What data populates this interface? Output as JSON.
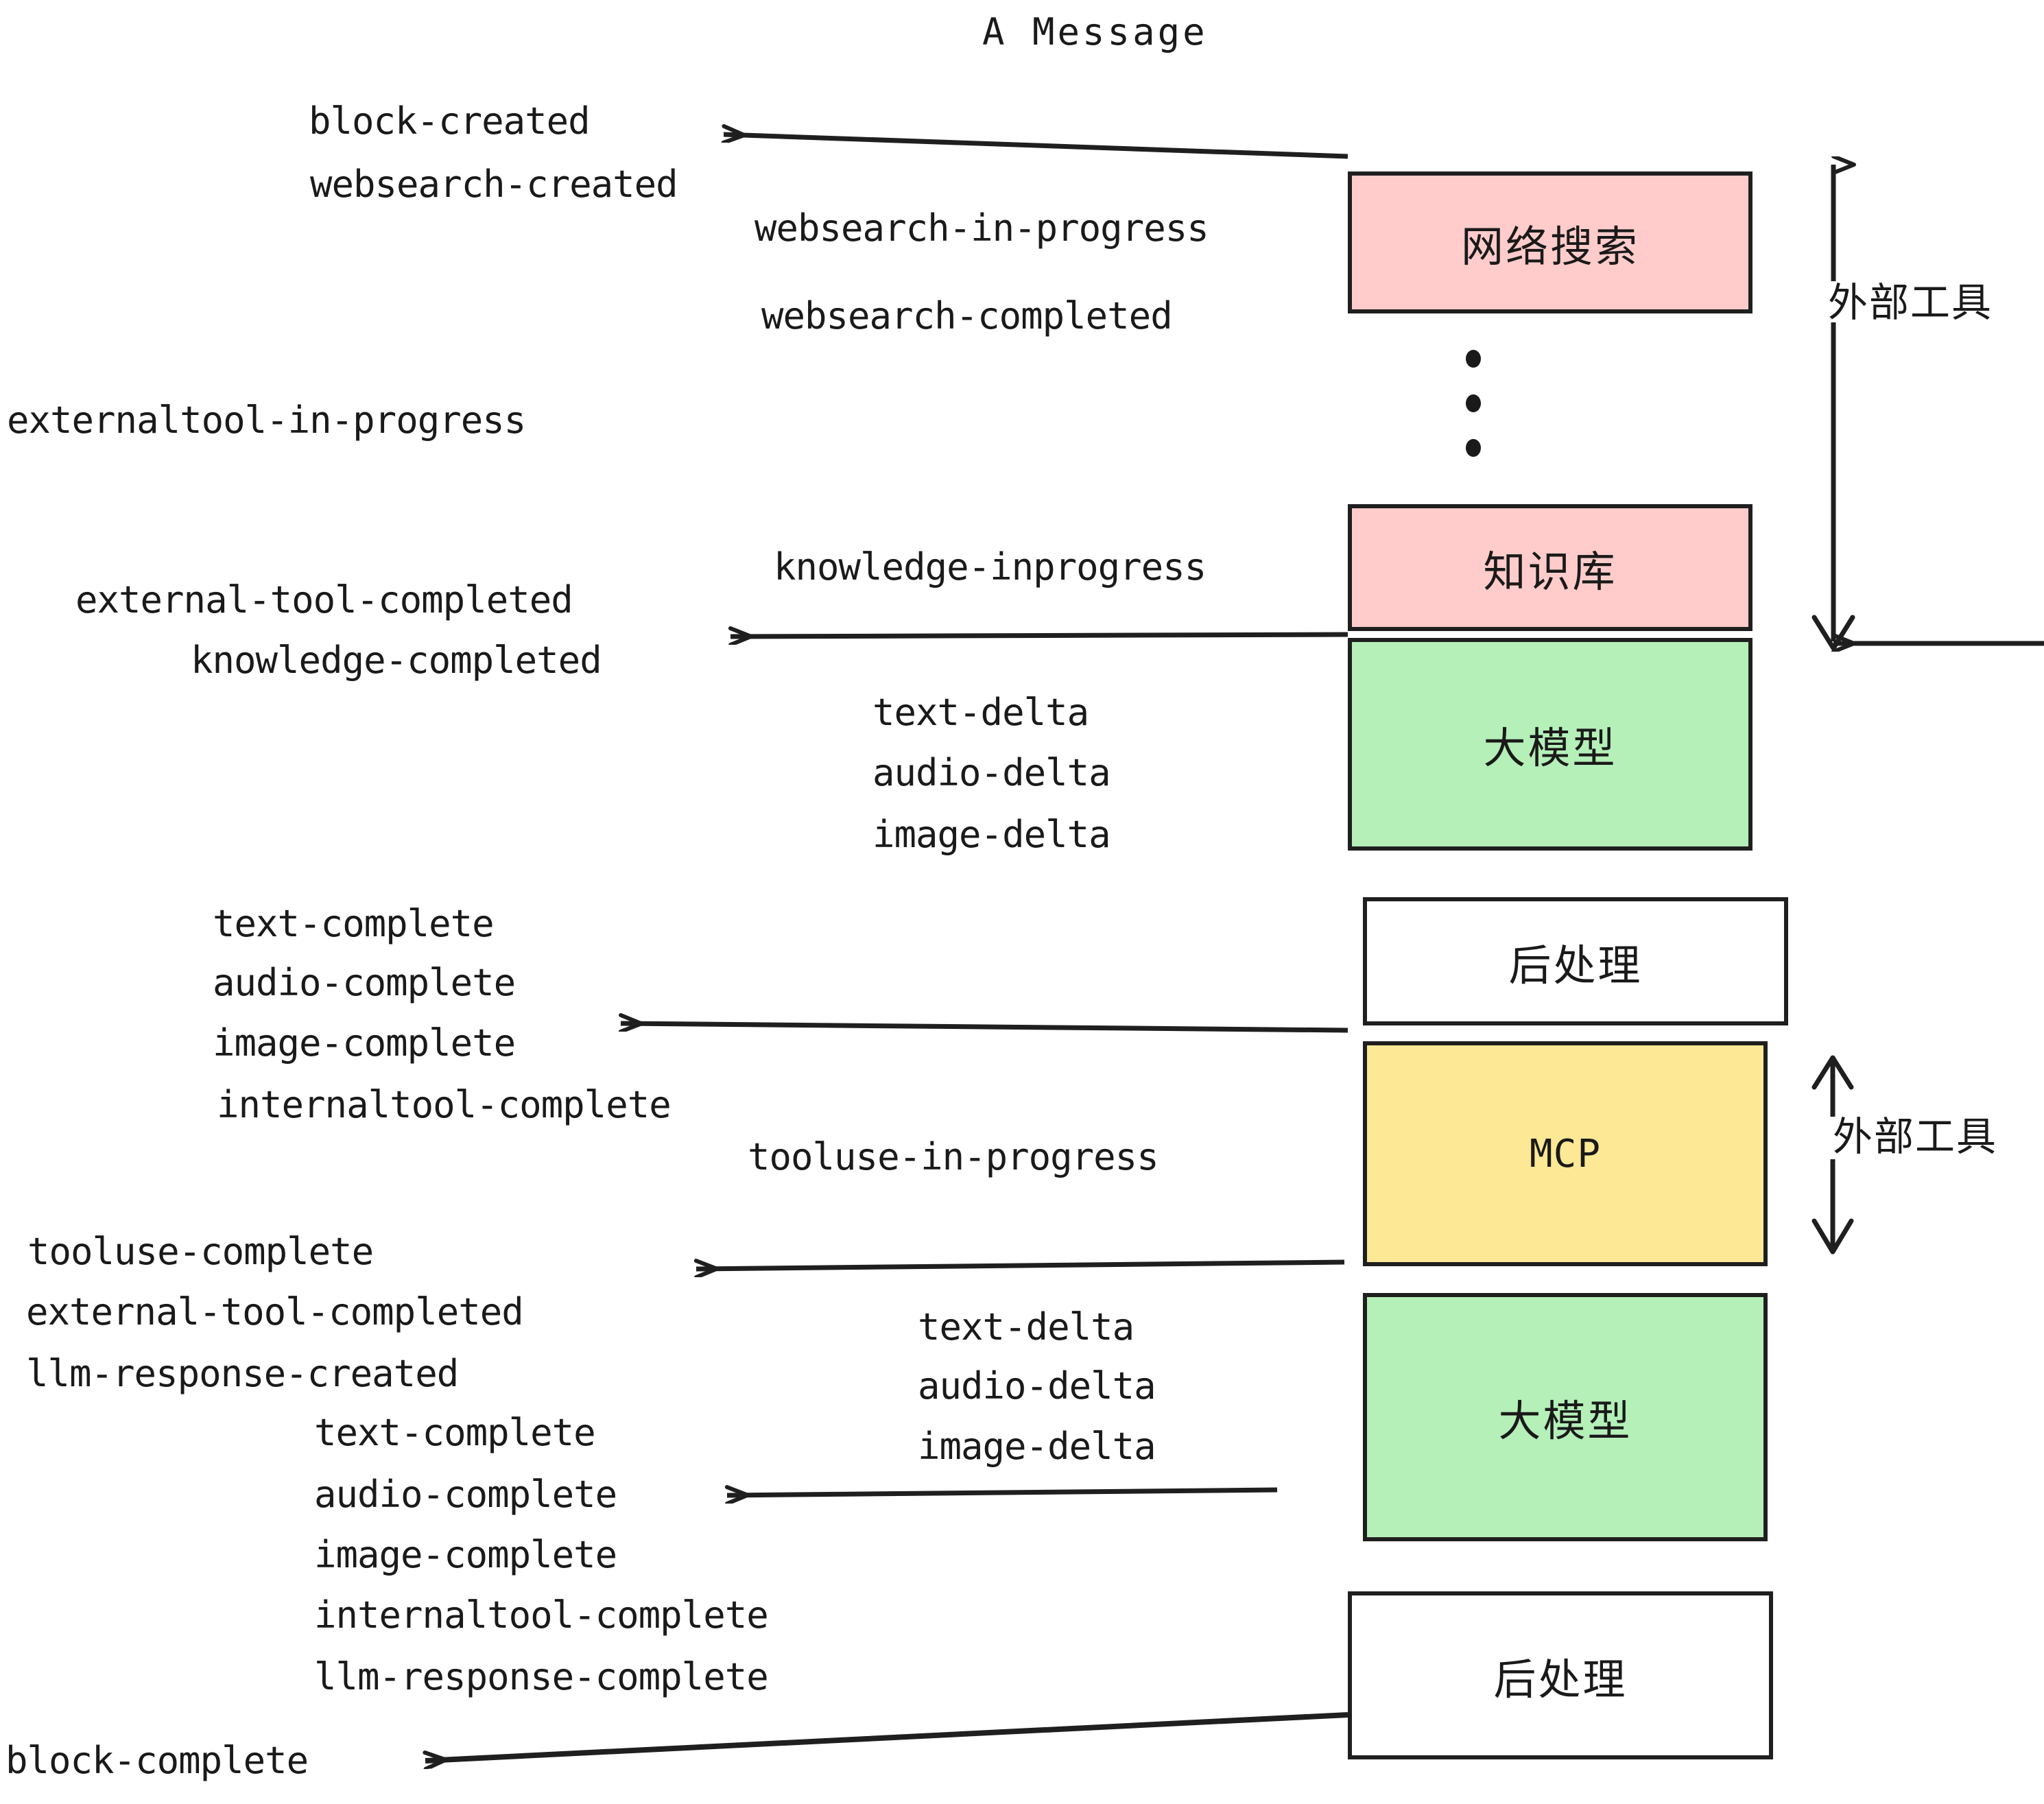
{
  "diagram": {
    "title": "A Message",
    "boxes": [
      {
        "id": "websearch",
        "label": "网络搜索",
        "color": "#ffcccb"
      },
      {
        "id": "knowledge",
        "label": "知识库",
        "color": "#ffcccb"
      },
      {
        "id": "llm-top",
        "label": "大模型",
        "color": "#b4f0b8"
      },
      {
        "id": "postprocess-top",
        "label": "后处理",
        "color": "#ffffff"
      },
      {
        "id": "mcp",
        "label": "MCP",
        "color": "#fce895"
      },
      {
        "id": "llm-bottom",
        "label": "大模型",
        "color": "#b4f0b8"
      },
      {
        "id": "postprocess-bottom",
        "label": "后处理",
        "color": "#ffffff"
      }
    ],
    "side_labels": [
      {
        "id": "external-tool-top",
        "label": "外部工具"
      },
      {
        "id": "external-tool-bottom",
        "label": "外部工具"
      }
    ],
    "events": {
      "block_created": "block-created",
      "websearch_created": "websearch-created",
      "websearch_in_progress": "websearch-in-progress",
      "websearch_completed": "websearch-completed",
      "externaltool_in_progress": "externaltool-in-progress",
      "knowledge_inprogress": "knowledge-inprogress",
      "external_tool_completed_1": "external-tool-completed",
      "knowledge_completed": "knowledge-completed",
      "text_delta_1": "text-delta",
      "audio_delta_1": "audio-delta",
      "image_delta_1": "image-delta",
      "text_complete_1": "text-complete",
      "audio_complete_1": "audio-complete",
      "image_complete_1": "image-complete",
      "internaltool_complete_1": "internaltool-complete",
      "tooluse_in_progress": "tooluse-in-progress",
      "tooluse_complete": "tooluse-complete",
      "external_tool_completed_2": "external-tool-completed",
      "llm_response_created": "llm-response-created",
      "text_delta_2": "text-delta",
      "audio_delta_2": "audio-delta",
      "image_delta_2": "image-delta",
      "text_complete_2": "text-complete",
      "audio_complete_2": "audio-complete",
      "image_complete_2": "image-complete",
      "internaltool_complete_2": "internaltool-complete",
      "llm_response_complete": "llm-response-complete",
      "block_complete": "block-complete"
    },
    "ellipsis": "⋮",
    "colors": {
      "stroke": "#1f1f1f",
      "text": "#1a1a1a",
      "pink": "#ffcccb",
      "green": "#b4f0b8",
      "yellow": "#fce895",
      "white": "#ffffff"
    }
  }
}
